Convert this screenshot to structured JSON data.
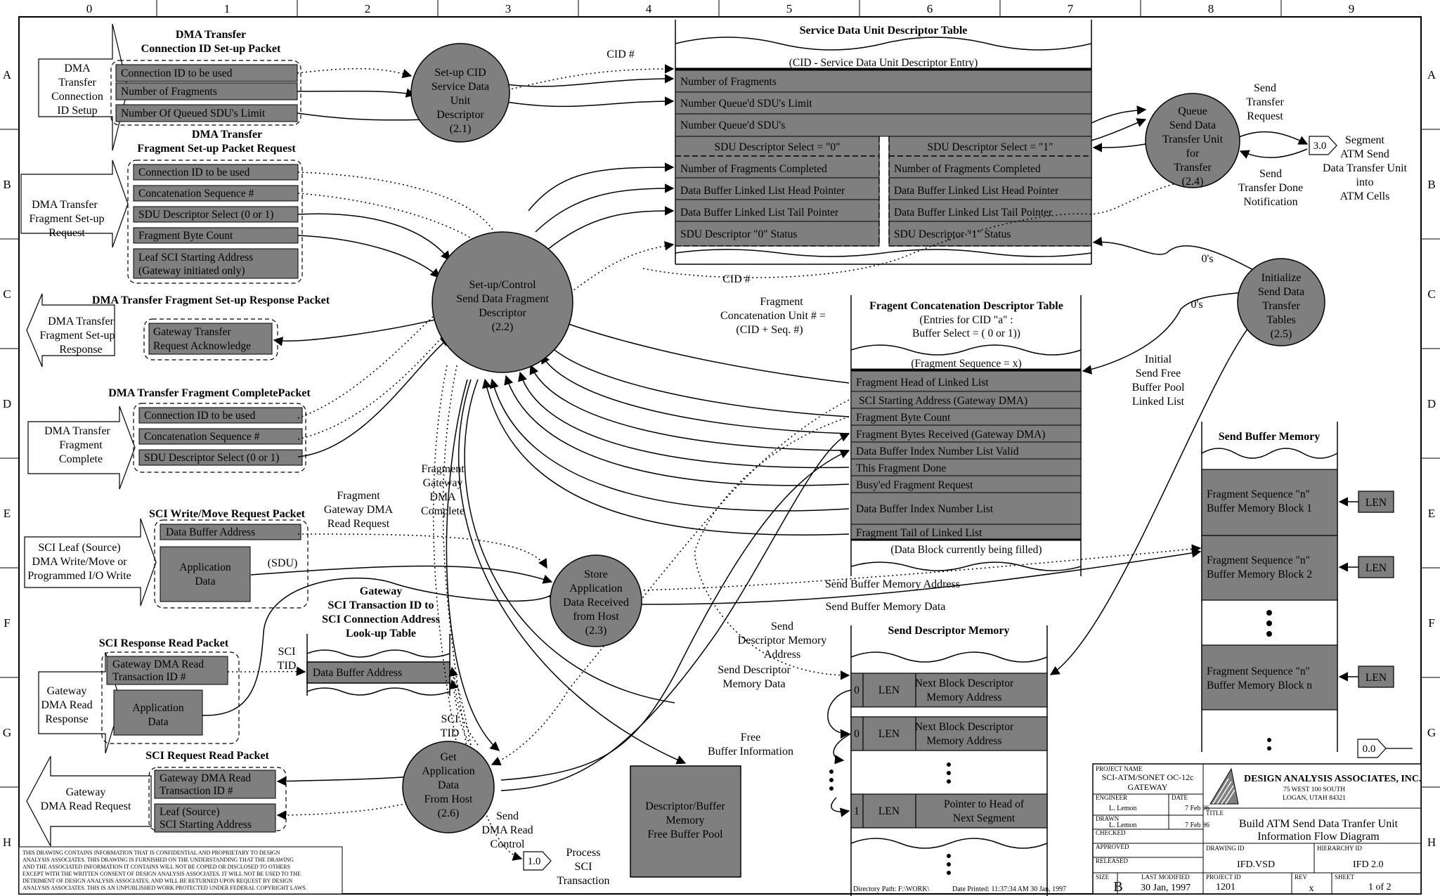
{
  "grid": {
    "cols": [
      "0",
      "1",
      "2",
      "3",
      "4",
      "5",
      "6",
      "7",
      "8",
      "9"
    ],
    "rows": [
      "A",
      "B",
      "C",
      "D",
      "E",
      "F",
      "G",
      "H"
    ]
  },
  "external": {
    "dma_conn": [
      "DMA",
      "Transfer",
      "Connection",
      "ID Setup"
    ],
    "dma_frag": [
      "DMA Transfer",
      "Fragment Set-up",
      "Request"
    ],
    "dma_resp": [
      "DMA Transfer",
      "Fragment Set-up",
      "Response"
    ],
    "dma_complete": [
      "DMA Transfer",
      "Fragment",
      "Complete"
    ],
    "sci_write": [
      "SCI Leaf (Source)",
      "DMA Write/Move  or",
      "Programmed I/O Write"
    ],
    "gw_read_resp": [
      "Gateway",
      "DMA Read",
      "Response"
    ],
    "gw_read_req": [
      "Gateway",
      "DMA Read Request"
    ]
  },
  "packets": {
    "conn": {
      "title": [
        "DMA Transfer",
        "Connection ID Set-up Packet"
      ],
      "fields": [
        "Connection ID to be used",
        "Number of Fragments",
        "Number Of Queued SDU's Limit"
      ]
    },
    "frag": {
      "title": [
        "DMA Transfer",
        "Fragment Set-up Packet Request"
      ],
      "fields": [
        "Connection ID to be used",
        "Concatenation Sequence #",
        "SDU Descriptor Select (0 or 1)",
        "Fragment Byte Count",
        "Leaf SCI Starting Address",
        "(Gateway initiated only)"
      ]
    },
    "resp": {
      "title": [
        "DMA Transfer Fragment Set-up Response Packet"
      ],
      "fields": [
        "Gateway  Transfer",
        "Request  Acknowledge"
      ]
    },
    "complete": {
      "title": [
        "DMA Transfer Fragment CompletePacket"
      ],
      "fields": [
        "Connection ID to be used",
        "Concatenation Sequence #",
        "SDU Descriptor Select (0 or 1)"
      ]
    },
    "write": {
      "title": [
        "SCI Write/Move Request Packet"
      ],
      "fields": [
        "Data Buffer Address",
        "Application",
        "Data"
      ]
    },
    "readresp": {
      "title": [
        "SCI Response Read Packet"
      ],
      "fields": [
        "Gateway DMA Read",
        "Transaction ID #",
        "Application",
        "Data"
      ]
    },
    "readreq": {
      "title": [
        "SCI Request Read Packet"
      ],
      "fields": [
        "Gateway DMA Read",
        "Transaction ID #",
        "Leaf (Source)",
        "SCI Starting Address"
      ]
    }
  },
  "processes": {
    "p21": [
      "Set-up  CID",
      "Service  Data",
      "Unit",
      "Descriptor",
      "(2.1)"
    ],
    "p22": [
      "Set-up/Control",
      "Send Data Fragment",
      "Descriptor",
      "(2.2)"
    ],
    "p23": [
      "Store",
      "Application",
      "Data Received",
      "from Host",
      "(2.3)"
    ],
    "p24": [
      "Queue",
      "Send Data",
      "Transfer  Unit",
      "for",
      "Transfer",
      "(2.4)"
    ],
    "p25": [
      "Initialize",
      "Send Data",
      "Transfer",
      "Tables",
      "(2.5)"
    ],
    "p26": [
      "Get",
      "Application",
      "Data",
      "From Host",
      "(2.6)"
    ]
  },
  "sdu_table": {
    "title": "Service Data Unit Descriptor Table",
    "subtitle": "(CID - Service Data Unit Descriptor  Entry)",
    "rows": [
      "Number of Fragments",
      "Number Queue'd SDU's Limit",
      "Number Queue'd SDU's"
    ],
    "sel0": "SDU Descriptor Select = \"0\"",
    "sel1": "SDU Descriptor Select = \"1\"",
    "left": [
      "Number of Fragments Completed",
      "Data Buffer Linked List Head Pointer",
      "Data Buffer Linked List Tail Pointer",
      "SDU Descriptor \"0\" Status"
    ],
    "right": [
      "Number of Fragments Completed",
      "Data Buffer Linked List Head Pointer",
      "Data Buffer Linked List Tail Pointer",
      "SDU Descriptor \"1\" Status"
    ]
  },
  "frag_table": {
    "title": "Fragent Concatenation Descriptor Table",
    "sub1": "(Entries  for CID \"a\" :",
    "sub2": "Buffer Select = ( 0 or 1))",
    "seq": "(Fragment Sequence = x)",
    "rows": [
      "Fragment Head of Linked List",
      "SCI Starting Address   (Gateway DMA)",
      "Fragment Byte Count",
      "Fragment Bytes Received    (Gateway DMA)",
      "Data Buffer Index Number List Valid",
      "This Fragment Done",
      "Busy'ed Fragment Request",
      "Data Buffer Index Number  List",
      "Fragment Tail of  Linked List"
    ],
    "foot": "(Data Block currently being filled)"
  },
  "gateway_table": {
    "title": [
      "Gateway",
      "SCI Transaction  ID  to",
      "SCI Connection Address",
      "Look-up Table"
    ],
    "row": "Data Buffer Address"
  },
  "send_desc_mem": {
    "title": "Send Descriptor Memory",
    "rows": [
      {
        "flag": "0",
        "len": "LEN",
        "text": [
          "Next Block Descriptor",
          "Memory Address"
        ]
      },
      {
        "flag": "0",
        "len": "LEN",
        "text": [
          "Next Block Descriptor",
          "Memory Address"
        ]
      },
      {
        "flag": "1",
        "len": "LEN",
        "text": [
          "Pointer to Head of",
          "Next Segment"
        ]
      }
    ]
  },
  "send_buf_mem": {
    "title": "Send Buffer Memory",
    "blocks": [
      [
        "Fragment Sequence \"n\"",
        "Buffer Memory  Block  1"
      ],
      [
        "Fragment Sequence \"n\"",
        "Buffer Memory  Block  2"
      ],
      [
        "Fragment Sequence \"n\"",
        "Buffer Memory  Block  n"
      ]
    ],
    "len": "LEN"
  },
  "free_pool": [
    "Descriptor/Buffer",
    "Memory",
    "Free Buffer Pool"
  ],
  "connectors": {
    "c30": "3.0",
    "c30_text": [
      "Segment",
      "ATM Send",
      "Data Transfer Unit",
      "into",
      "ATM Cells"
    ],
    "c10": "1.0",
    "c10_text": [
      "Process",
      "SCI",
      "Transaction"
    ],
    "c00": "0.0"
  },
  "labels": {
    "cid1": "CID #",
    "cid2": "CID #",
    "frag_concat": [
      "Fragment",
      "Concatenation Unit # =",
      "(CID + Seq. #)"
    ],
    "send_req": [
      "Send",
      "Transfer",
      "Request"
    ],
    "send_done": [
      "Send",
      "Transfer Done",
      "Notification"
    ],
    "zeros1": "0's",
    "zeros2": "0's",
    "init_free": [
      "Initial",
      "Send Free",
      "Buffer Pool",
      "Linked List"
    ],
    "fgdr": [
      "Fragment",
      "Gateway DMA",
      "Read Request"
    ],
    "fgdc": [
      "Fragment",
      "Gateway",
      "DMA",
      "Complete"
    ],
    "sdu": "(SDU)",
    "sci_tid1": [
      "SCI",
      "TID"
    ],
    "sci_tid2": [
      "SCI",
      "TID"
    ],
    "sbma": "Send Buffer Memory Address",
    "sbmd": "Send Buffer Memory Data",
    "sdma": [
      "Send",
      "Descriptor Memory",
      "Address"
    ],
    "sdmd": [
      "Send Descriptor",
      "Memory Data"
    ],
    "free_buf": [
      "Free",
      "Buffer Information"
    ],
    "send_dma_ctrl": [
      "Send",
      "DMA Read",
      "Control"
    ]
  },
  "title_block": {
    "project_name_label": "PROJECT  NAME",
    "project_name": [
      "SCI-ATM/SONET OC-12c",
      "GATEWAY"
    ],
    "engineer_label": "ENGINEER",
    "engineer": "L. Lemon",
    "drawn_label": "DRAWN",
    "drawn": "L. Lemon",
    "date_label": "DATE",
    "date1": "7 Feb 96",
    "date2": "7 Feb 96",
    "checked_label": "CHECKED",
    "approved_label": "APPROVED",
    "released_label": "RELEASED",
    "company": "DESIGN ANALYSIS ASSOCIATES, INC.",
    "address": [
      "75 WEST  100 SOUTH",
      "LOGAN, UTAH  84321"
    ],
    "title_label": "TITLE",
    "title": [
      "Build ATM Send Data Tranfer Unit",
      "Information Flow Diagram"
    ],
    "drawing_id_label": "DRAWING ID",
    "drawing_id": "IFD.VSD",
    "hierarchy_label": "HIERARCHY ID",
    "hierarchy": "IFD 2.0",
    "size_label": "SIZE",
    "size": "B",
    "last_mod_label": "LAST MODIFIED",
    "last_mod": "30 Jan, 1997",
    "project_id_label": "PROJECT ID",
    "project_id": "1201",
    "rev_label": "REV",
    "rev": "x",
    "sheet_label": "SHEET",
    "sheet": "1 of 2"
  },
  "notice": [
    "THIS DRAWING CONTAINS INFORMATION THAT IS CONFIDENTIAL AND PROPRIETARY TO DESIGN",
    "ANALYSIS ASSOCIATES.   THIS DRAWING IS FURNISHED ON THE UNDERSTANDING THAT THE DRAWING",
    "AND THE ASSOCIATED INFORMATION IT CONTAINS WILL NOT BE COPIED OR DISCLOSED TO OTHERS",
    "EXCEPT WITH THE WRITTEN CONSENT OF DESIGN ANALYSIS ASSOCIATES. IT WILL NOT BE USED TO THE",
    "DETRIMENT OF DESIGN ANALYSIS ASSOCIATES, AND WILL BE RETURNED UPON REQUEST BY DESIGN",
    "ANALYSIS ASSOCIATES.  THIS IS AN UNPUBLISHED WORK PROTECTED UNDER FEDERAL COPYRIGHT LAWS."
  ],
  "footer": {
    "dir": "Directory Path:  F:\\WORK\\",
    "printed": "Date Printed:  11:37:34 AM   30 Jan, 1997"
  }
}
